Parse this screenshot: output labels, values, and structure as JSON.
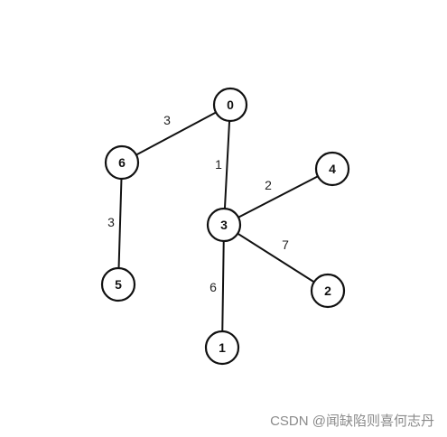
{
  "graph": {
    "nodes": [
      {
        "id": "0",
        "label": "0"
      },
      {
        "id": "6",
        "label": "6"
      },
      {
        "id": "3",
        "label": "3"
      },
      {
        "id": "4",
        "label": "4"
      },
      {
        "id": "5",
        "label": "5"
      },
      {
        "id": "2",
        "label": "2"
      },
      {
        "id": "1",
        "label": "1"
      }
    ],
    "edges": [
      {
        "from": "0",
        "to": "6",
        "weight": "3"
      },
      {
        "from": "0",
        "to": "3",
        "weight": "1"
      },
      {
        "from": "6",
        "to": "5",
        "weight": "3"
      },
      {
        "from": "3",
        "to": "4",
        "weight": "2"
      },
      {
        "from": "3",
        "to": "2",
        "weight": "7"
      },
      {
        "from": "3",
        "to": "1",
        "weight": "6"
      }
    ]
  },
  "colors": {
    "stroke": "#111111",
    "node_fill": "#ffffff",
    "label": "#222222",
    "watermark": "#8a8a8a"
  },
  "watermark": {
    "text": "CSDN @闻缺陷则喜何志丹"
  }
}
